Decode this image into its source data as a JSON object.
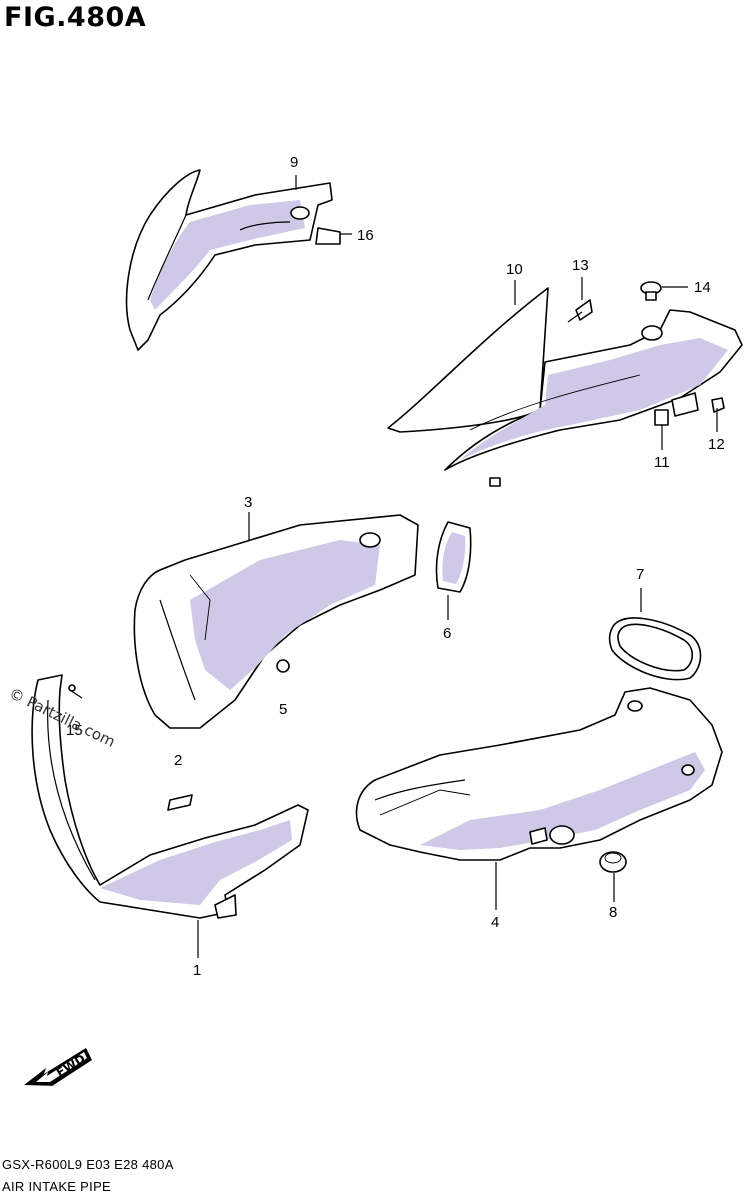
{
  "figure": {
    "title": "FIG.480A"
  },
  "callouts": [
    "9",
    "16",
    "10",
    "13",
    "14",
    "11",
    "12",
    "3",
    "6",
    "7",
    "5",
    "15",
    "2",
    "1",
    "4",
    "8"
  ],
  "watermark": {
    "text": "© Partzilla.com"
  },
  "fwd_arrow": {
    "label": "FWD"
  },
  "footer": {
    "model_line": "GSX-R600L9  E03  E28  480A",
    "caption": "AIR INTAKE PIPE"
  },
  "colors": {
    "ink": "#000000",
    "part_shade": "#cfc8e6",
    "background": "#ffffff"
  }
}
